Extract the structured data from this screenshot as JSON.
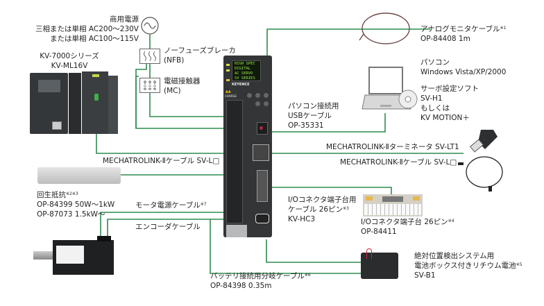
{
  "colors": {
    "wire": "#2e8b4f",
    "device_body": "#2f3133",
    "lcd_text": "#9be24a",
    "panel_gray": "#c9cacb"
  },
  "power_supply": {
    "title": "商用電源",
    "line1": "三相または単相 AC200〜230V",
    "line2": "または単相 AC100〜115V",
    "icon": "ac-sine-icon"
  },
  "nfb": {
    "name": "ノーフューズブレーカ",
    "abbr": "(NFB)"
  },
  "mc": {
    "name": "電磁接触器",
    "abbr": "(MC)"
  },
  "plc": {
    "series": "KV-7000シリーズ",
    "model": "KV-ML16V"
  },
  "servo_amp": {
    "lcd_lines": [
      "HIGH SPEC",
      "DIGITAL",
      "AC SERVO",
      "SV SERIES"
    ],
    "brand": "KEYENCE",
    "charge_label": "CHARGE"
  },
  "analog_cable": {
    "name": "アナログモニタケーブル",
    "note": "※1",
    "model": "OP-84408 1m"
  },
  "pc": {
    "name": "パソコン",
    "os": "Windows Vista/XP/2000"
  },
  "software": {
    "name": "サーボ設定ソフト",
    "model1": "SV-H1",
    "or": "もしくは",
    "model2": "KV MOTION＋"
  },
  "usb_cable": {
    "name": "パソコン接続用",
    "name2": "USBケーブル",
    "model": "OP-35331"
  },
  "ml_terminator": {
    "label": "MECHATROLINK-Ⅱターミネータ SV-LT1"
  },
  "ml_cable_right": {
    "label": "MECHATROLINK-Ⅱケーブル SV-L□"
  },
  "ml_cable_left": {
    "label": "MECHATROLINK-Ⅱケーブル SV-L□"
  },
  "regen_resistor": {
    "name": "回生抵抗",
    "note": "※2※3",
    "model1": "OP-84399 50W〜1kW",
    "model2": "OP-87073 1.5kW〜"
  },
  "motor_power_cable": {
    "name": "モータ電源ケーブル",
    "note": "※7"
  },
  "encoder_cable": {
    "name": "エンコーダケーブル"
  },
  "io_cable": {
    "name": "I/Oコネクタ端子台用",
    "name2": "ケーブル 26ピン",
    "note": "※3",
    "model": "KV-HC3"
  },
  "io_terminal": {
    "name": "I/Oコネクタ端子台 26ピン",
    "note": "※4",
    "model": "OP-84411"
  },
  "battery_cable": {
    "name": "バッテリ接続用分岐ケーブル",
    "note": "※6",
    "model": "OP-84398 0.35m"
  },
  "battery": {
    "name": "絶対位置検出システム用",
    "name2": "電池ボックス付きリチウム電池",
    "note": "※5",
    "model": "SV-B1"
  }
}
